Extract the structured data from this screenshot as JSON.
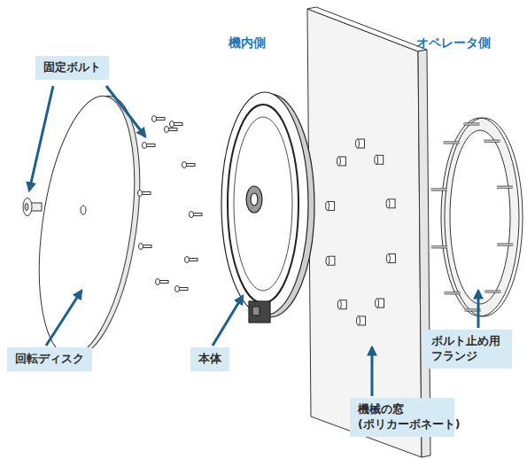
{
  "diagram": {
    "nodes": [
      {
        "text": [
          "固定ボルト"
        ]
      },
      {
        "text": [
          "回転ディスク"
        ]
      },
      {
        "text": [
          "本体"
        ]
      },
      {
        "text": [
          "機械の窓 (ポリカーボネート)"
        ]
      },
      {
        "text": [
          "ボルト止め用 フランジ"
        ]
      }
    ],
    "labels": [
      "機内側",
      "オペレータ側"
    ]
  }
}
